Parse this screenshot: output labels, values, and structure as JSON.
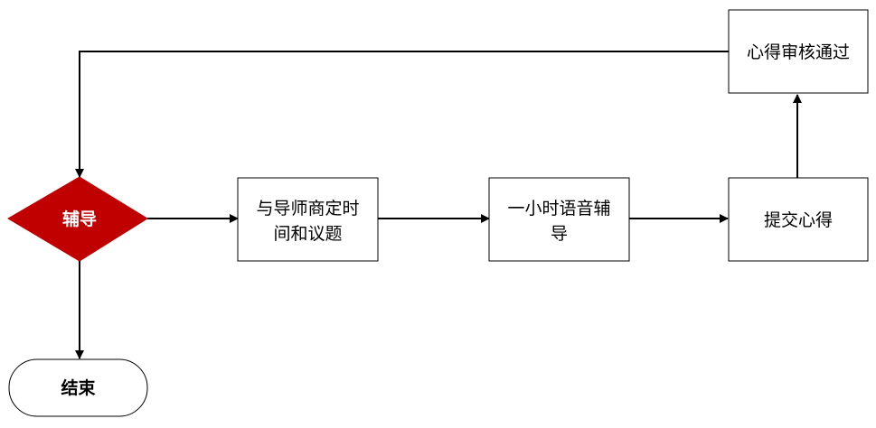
{
  "diagram": {
    "nodes": {
      "decision": {
        "label": "辅导",
        "fill": "#c00000",
        "text_color": "#ffffff"
      },
      "schedule": {
        "label_line1": "与导师商定时",
        "label_line2": "间和议题"
      },
      "voice": {
        "label_line1": "一小时语音辅",
        "label_line2": "导"
      },
      "submit": {
        "label": "提交心得"
      },
      "review": {
        "label": "心得审核通过"
      },
      "end": {
        "label": "结束"
      }
    },
    "edges": [
      {
        "from": "decision",
        "to": "schedule"
      },
      {
        "from": "schedule",
        "to": "voice"
      },
      {
        "from": "voice",
        "to": "submit"
      },
      {
        "from": "submit",
        "to": "review"
      },
      {
        "from": "review",
        "to": "decision"
      },
      {
        "from": "decision",
        "to": "end"
      }
    ],
    "colors": {
      "line": "#000000",
      "node_border": "#000000",
      "node_fill": "#ffffff"
    }
  }
}
